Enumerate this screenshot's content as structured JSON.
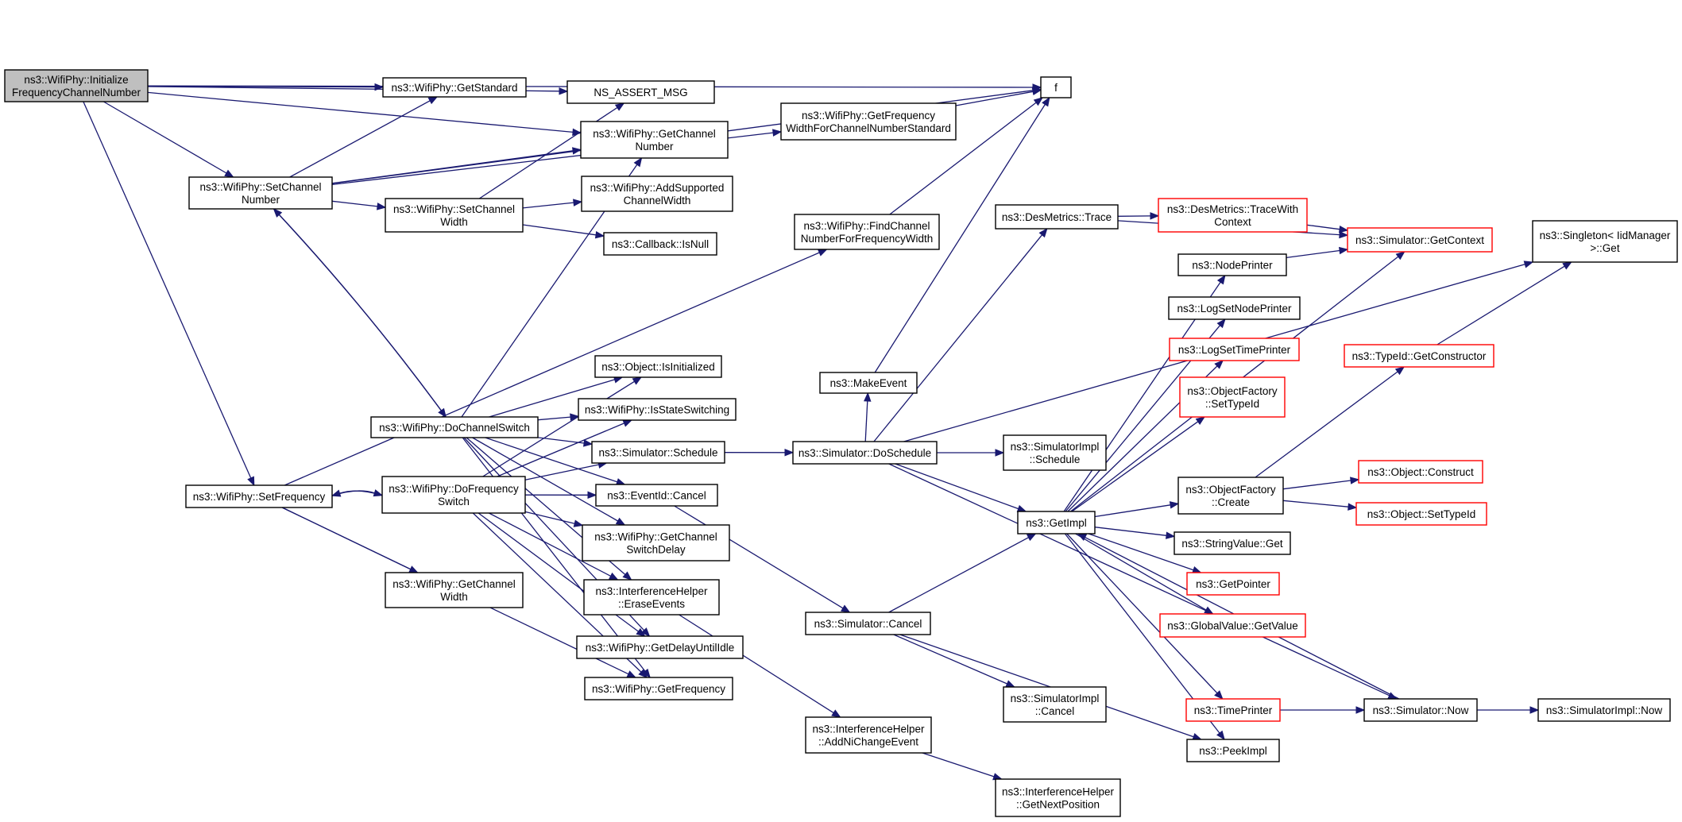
{
  "colors": {
    "edge": "#191970",
    "node_border": "#000000",
    "node_border_incomplete": "#ff0000",
    "root_fill": "#bfbfbf",
    "node_fill": "#ffffff"
  },
  "nodes": [
    {
      "id": "root",
      "lines": [
        "ns3::WifiPhy::Initialize",
        "FrequencyChannelNumber"
      ],
      "style": "root"
    },
    {
      "id": "getStandard",
      "lines": [
        "ns3::WifiPhy::GetStandard"
      ],
      "style": "normal"
    },
    {
      "id": "assert",
      "lines": [
        "NS_ASSERT_MSG"
      ],
      "style": "normal"
    },
    {
      "id": "f",
      "lines": [
        "f"
      ],
      "style": "normal"
    },
    {
      "id": "getChanNum",
      "lines": [
        "ns3::WifiPhy::GetChannel",
        "Number"
      ],
      "style": "normal"
    },
    {
      "id": "getFreqWidthStd",
      "lines": [
        "ns3::WifiPhy::GetFrequency",
        "WidthForChannelNumberStandard"
      ],
      "style": "normal"
    },
    {
      "id": "setChanNum",
      "lines": [
        "ns3::WifiPhy::SetChannel",
        "Number"
      ],
      "style": "normal"
    },
    {
      "id": "setChanWidth",
      "lines": [
        "ns3::WifiPhy::SetChannel",
        "Width"
      ],
      "style": "normal"
    },
    {
      "id": "addSupported",
      "lines": [
        "ns3::WifiPhy::AddSupported",
        "ChannelWidth"
      ],
      "style": "normal"
    },
    {
      "id": "cbIsNull",
      "lines": [
        "ns3::Callback::IsNull"
      ],
      "style": "normal"
    },
    {
      "id": "findChanNum",
      "lines": [
        "ns3::WifiPhy::FindChannel",
        "NumberForFrequencyWidth"
      ],
      "style": "normal"
    },
    {
      "id": "desTrace",
      "lines": [
        "ns3::DesMetrics::Trace"
      ],
      "style": "normal"
    },
    {
      "id": "desTraceCtx",
      "lines": [
        "ns3::DesMetrics::TraceWith",
        "Context"
      ],
      "style": "incomplete"
    },
    {
      "id": "simGetContext",
      "lines": [
        "ns3::Simulator::GetContext"
      ],
      "style": "incomplete"
    },
    {
      "id": "singletonGet",
      "lines": [
        "ns3::Singleton< IidManager",
        ">::Get"
      ],
      "style": "normal"
    },
    {
      "id": "nodePrinter",
      "lines": [
        "ns3::NodePrinter"
      ],
      "style": "normal"
    },
    {
      "id": "logSetNodePrinter",
      "lines": [
        "ns3::LogSetNodePrinter"
      ],
      "style": "normal"
    },
    {
      "id": "logSetTimePrinter",
      "lines": [
        "ns3::LogSetTimePrinter"
      ],
      "style": "incomplete"
    },
    {
      "id": "typeIdGetCtor",
      "lines": [
        "ns3::TypeId::GetConstructor"
      ],
      "style": "incomplete"
    },
    {
      "id": "objIsInit",
      "lines": [
        "ns3::Object::IsInitialized"
      ],
      "style": "normal"
    },
    {
      "id": "makeEvent",
      "lines": [
        "ns3::MakeEvent"
      ],
      "style": "normal"
    },
    {
      "id": "objFactSetTypeId",
      "lines": [
        "ns3::ObjectFactory",
        "::SetTypeId"
      ],
      "style": "incomplete"
    },
    {
      "id": "isStateSwitching",
      "lines": [
        "ns3::WifiPhy::IsStateSwitching"
      ],
      "style": "normal"
    },
    {
      "id": "doChanSwitch",
      "lines": [
        "ns3::WifiPhy::DoChannelSwitch"
      ],
      "style": "normal"
    },
    {
      "id": "simSchedule",
      "lines": [
        "ns3::Simulator::Schedule"
      ],
      "style": "normal"
    },
    {
      "id": "simDoSchedule",
      "lines": [
        "ns3::Simulator::DoSchedule"
      ],
      "style": "normal"
    },
    {
      "id": "simImplSchedule",
      "lines": [
        "ns3::SimulatorImpl",
        "::Schedule"
      ],
      "style": "normal"
    },
    {
      "id": "objConstruct",
      "lines": [
        "ns3::Object::Construct"
      ],
      "style": "incomplete"
    },
    {
      "id": "setFreq",
      "lines": [
        "ns3::WifiPhy::SetFrequency"
      ],
      "style": "normal"
    },
    {
      "id": "doFreqSwitch",
      "lines": [
        "ns3::WifiPhy::DoFrequency",
        "Switch"
      ],
      "style": "normal"
    },
    {
      "id": "eventCancel",
      "lines": [
        "ns3::EventId::Cancel"
      ],
      "style": "normal"
    },
    {
      "id": "objFactCreate",
      "lines": [
        "ns3::ObjectFactory",
        "::Create"
      ],
      "style": "normal"
    },
    {
      "id": "getImpl",
      "lines": [
        "ns3::GetImpl"
      ],
      "style": "normal"
    },
    {
      "id": "objSetTypeId",
      "lines": [
        "ns3::Object::SetTypeId"
      ],
      "style": "incomplete"
    },
    {
      "id": "getChanSwitchDelay",
      "lines": [
        "ns3::WifiPhy::GetChannel",
        "SwitchDelay"
      ],
      "style": "normal"
    },
    {
      "id": "stringValGet",
      "lines": [
        "ns3::StringValue::Get"
      ],
      "style": "normal"
    },
    {
      "id": "getChanWidth",
      "lines": [
        "ns3::WifiPhy::GetChannel",
        "Width"
      ],
      "style": "normal"
    },
    {
      "id": "eraseEvents",
      "lines": [
        "ns3::InterferenceHelper",
        "::EraseEvents"
      ],
      "style": "normal"
    },
    {
      "id": "getPointer",
      "lines": [
        "ns3::GetPointer"
      ],
      "style": "incomplete"
    },
    {
      "id": "simCancel",
      "lines": [
        "ns3::Simulator::Cancel"
      ],
      "style": "normal"
    },
    {
      "id": "globalValGet",
      "lines": [
        "ns3::GlobalValue::GetValue"
      ],
      "style": "incomplete"
    },
    {
      "id": "getDelayIdle",
      "lines": [
        "ns3::WifiPhy::GetDelayUntilIdle"
      ],
      "style": "normal"
    },
    {
      "id": "getFrequency",
      "lines": [
        "ns3::WifiPhy::GetFrequency"
      ],
      "style": "normal"
    },
    {
      "id": "simImplCancel",
      "lines": [
        "ns3::SimulatorImpl",
        "::Cancel"
      ],
      "style": "normal"
    },
    {
      "id": "timePrinter",
      "lines": [
        "ns3::TimePrinter"
      ],
      "style": "incomplete"
    },
    {
      "id": "simNow",
      "lines": [
        "ns3::Simulator::Now"
      ],
      "style": "normal"
    },
    {
      "id": "simImplNow",
      "lines": [
        "ns3::SimulatorImpl::Now"
      ],
      "style": "normal"
    },
    {
      "id": "addNiChange",
      "lines": [
        "ns3::InterferenceHelper",
        "::AddNiChangeEvent"
      ],
      "style": "normal"
    },
    {
      "id": "peekImpl",
      "lines": [
        "ns3::PeekImpl"
      ],
      "style": "normal"
    },
    {
      "id": "getNextPos",
      "lines": [
        "ns3::InterferenceHelper",
        "::GetNextPosition"
      ],
      "style": "normal"
    }
  ],
  "edges": [
    [
      "root",
      "getStandard"
    ],
    [
      "root",
      "assert"
    ],
    [
      "root",
      "f"
    ],
    [
      "root",
      "getChanNum"
    ],
    [
      "root",
      "setChanNum"
    ],
    [
      "root",
      "setFreq"
    ],
    [
      "setChanNum",
      "getStandard"
    ],
    [
      "setChanNum",
      "f"
    ],
    [
      "setChanNum",
      "getChanNum"
    ],
    [
      "setChanNum",
      "setChanWidth"
    ],
    [
      "setChanNum",
      "getFreqWidthStd"
    ],
    [
      "setChanNum",
      "doChanSwitch"
    ],
    [
      "setChanWidth",
      "assert"
    ],
    [
      "setChanWidth",
      "addSupported"
    ],
    [
      "setChanWidth",
      "cbIsNull"
    ],
    [
      "getFreqWidthStd",
      "f"
    ],
    [
      "findChanNum",
      "f"
    ],
    [
      "doChanSwitch",
      "getChanNum"
    ],
    [
      "doChanSwitch",
      "setChanNum"
    ],
    [
      "doChanSwitch",
      "objIsInit"
    ],
    [
      "doChanSwitch",
      "isStateSwitching"
    ],
    [
      "doChanSwitch",
      "simSchedule"
    ],
    [
      "doChanSwitch",
      "eventCancel"
    ],
    [
      "doChanSwitch",
      "getChanSwitchDelay"
    ],
    [
      "doChanSwitch",
      "eraseEvents"
    ],
    [
      "doChanSwitch",
      "getDelayIdle"
    ],
    [
      "doChanSwitch",
      "getFrequency"
    ],
    [
      "setFreq",
      "findChanNum"
    ],
    [
      "setFreq",
      "doFreqSwitch"
    ],
    [
      "setFreq",
      "getChanWidth"
    ],
    [
      "setFreq",
      "getFrequency"
    ],
    [
      "doFreqSwitch",
      "setFreq"
    ],
    [
      "doFreqSwitch",
      "objIsInit"
    ],
    [
      "doFreqSwitch",
      "isStateSwitching"
    ],
    [
      "doFreqSwitch",
      "simSchedule"
    ],
    [
      "doFreqSwitch",
      "eventCancel"
    ],
    [
      "doFreqSwitch",
      "getChanSwitchDelay"
    ],
    [
      "doFreqSwitch",
      "eraseEvents"
    ],
    [
      "doFreqSwitch",
      "getDelayIdle"
    ],
    [
      "doFreqSwitch",
      "getFrequency"
    ],
    [
      "simSchedule",
      "simDoSchedule"
    ],
    [
      "simDoSchedule",
      "makeEvent"
    ],
    [
      "simDoSchedule",
      "desTrace"
    ],
    [
      "simDoSchedule",
      "simImplSchedule"
    ],
    [
      "simDoSchedule",
      "getImpl"
    ],
    [
      "simDoSchedule",
      "singletonGet"
    ],
    [
      "simDoSchedule",
      "simNow"
    ],
    [
      "makeEvent",
      "f"
    ],
    [
      "desTrace",
      "desTraceCtx"
    ],
    [
      "desTrace",
      "simGetContext"
    ],
    [
      "desTraceCtx",
      "simGetContext"
    ],
    [
      "eventCancel",
      "simCancel"
    ],
    [
      "simCancel",
      "getImpl"
    ],
    [
      "simCancel",
      "simImplCancel"
    ],
    [
      "simCancel",
      "peekImpl"
    ],
    [
      "eraseEvents",
      "addNiChange"
    ],
    [
      "addNiChange",
      "getNextPos"
    ],
    [
      "getImpl",
      "simGetContext"
    ],
    [
      "getImpl",
      "nodePrinter"
    ],
    [
      "getImpl",
      "logSetNodePrinter"
    ],
    [
      "getImpl",
      "logSetTimePrinter"
    ],
    [
      "getImpl",
      "objFactSetTypeId"
    ],
    [
      "getImpl",
      "objFactCreate"
    ],
    [
      "getImpl",
      "stringValGet"
    ],
    [
      "getImpl",
      "getPointer"
    ],
    [
      "getImpl",
      "globalValGet"
    ],
    [
      "getImpl",
      "timePrinter"
    ],
    [
      "getImpl",
      "peekImpl"
    ],
    [
      "nodePrinter",
      "simGetContext"
    ],
    [
      "objFactCreate",
      "typeIdGetCtor"
    ],
    [
      "objFactCreate",
      "objConstruct"
    ],
    [
      "objFactCreate",
      "objSetTypeId"
    ],
    [
      "typeIdGetCtor",
      "singletonGet"
    ],
    [
      "timePrinter",
      "simNow"
    ],
    [
      "simNow",
      "getImpl"
    ],
    [
      "simNow",
      "simImplNow"
    ]
  ]
}
